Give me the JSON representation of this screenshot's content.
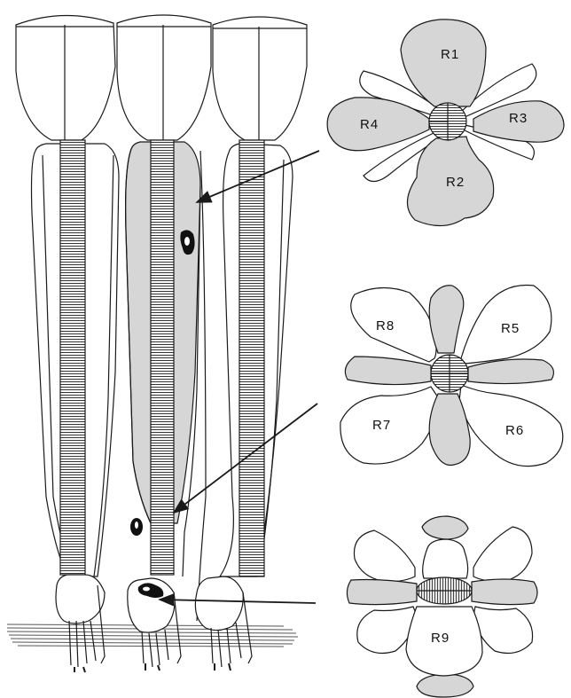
{
  "diagram": {
    "cross_sections": [
      {
        "id": "top",
        "labels": [
          "R1",
          "R4",
          "R3",
          "R2"
        ]
      },
      {
        "id": "middle",
        "labels": [
          "R8",
          "R5",
          "R7",
          "R6"
        ]
      },
      {
        "id": "bottom",
        "labels": [
          "R9"
        ]
      }
    ]
  },
  "colors": {
    "highlight_fill": "#d6d6d6",
    "line": "#1a1a1a",
    "pigment": "#111111"
  }
}
